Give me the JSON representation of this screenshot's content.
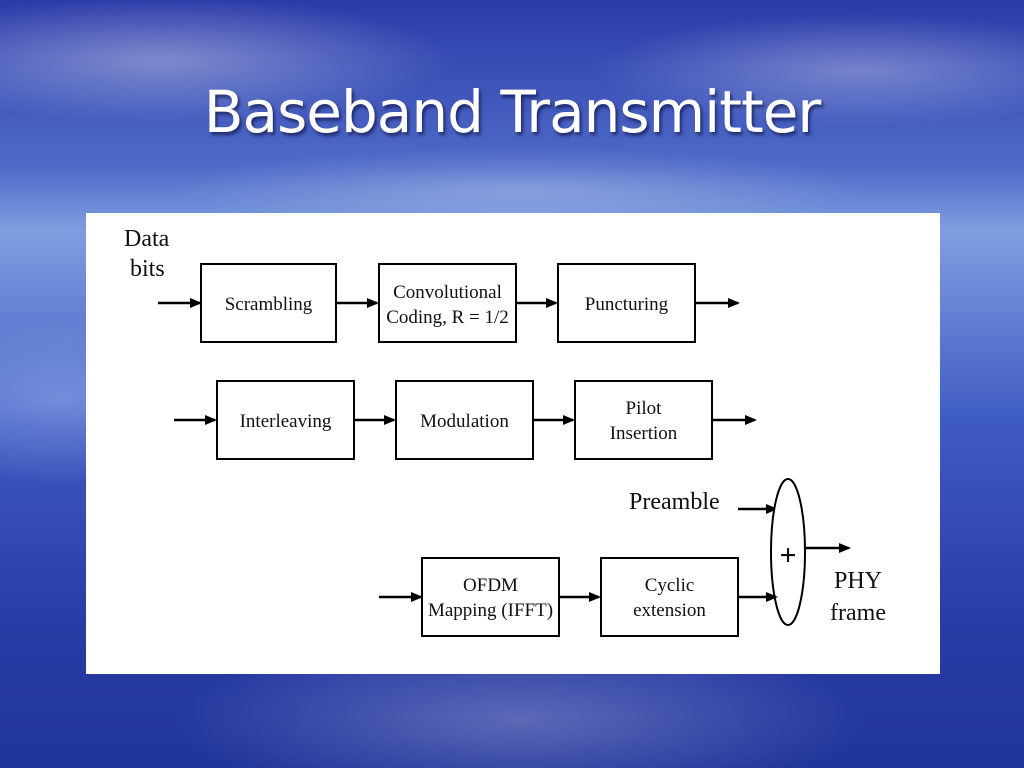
{
  "slide": {
    "title": "Baseband Transmitter"
  },
  "diagram": {
    "input_label_line1": "Data",
    "input_label_line2": "bits",
    "row1": {
      "block1": "Scrambling",
      "block2_line1": "Convolutional",
      "block2_line2": "Coding, R = 1/2",
      "block3": "Puncturing"
    },
    "row2": {
      "block1": "Interleaving",
      "block2": "Modulation",
      "block3_line1": "Pilot",
      "block3_line2": "Insertion"
    },
    "row3": {
      "block1_line1": "OFDM",
      "block1_line2": "Mapping (IFFT)",
      "block2_line1": "Cyclic",
      "block2_line2": "extension"
    },
    "preamble_label": "Preamble",
    "adder_symbol": "+",
    "output_label_line1": "PHY",
    "output_label_line2": "frame"
  }
}
